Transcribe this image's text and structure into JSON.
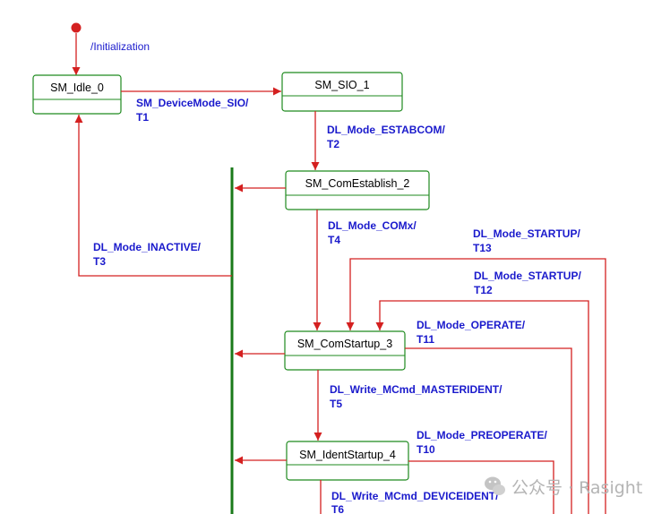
{
  "states": {
    "idle": "SM_Idle_0",
    "sio": "SM_SIO_1",
    "com_establish": "SM_ComEstablish_2",
    "com_startup": "SM_ComStartup_3",
    "ident_startup": "SM_IdentStartup_4"
  },
  "transitions": {
    "init": "/Initialization",
    "t1": [
      "SM_DeviceMode_SIO/",
      "T1"
    ],
    "t2": [
      "DL_Mode_ESTABCOM/",
      "T2"
    ],
    "t3": [
      "DL_Mode_INACTIVE/",
      "T3"
    ],
    "t4": [
      "DL_Mode_COMx/",
      "T4"
    ],
    "t13": [
      "DL_Mode_STARTUP/",
      "T13"
    ],
    "t12": [
      "DL_Mode_STARTUP/",
      "T12"
    ],
    "t11": [
      "DL_Mode_OPERATE/",
      "T11"
    ],
    "t5": [
      "DL_Write_MCmd_MASTERIDENT/",
      "T5"
    ],
    "t10": [
      "DL_Mode_PREOPERATE/",
      "T10"
    ],
    "t6": [
      "DL_Write_MCmd_DEVICEIDENT/",
      "T6"
    ]
  },
  "colors": {
    "arrow": "#d42020",
    "state_border": "#1e8a1e",
    "sync_bar": "#1a7a1a",
    "label": "#1a1acc"
  },
  "watermark": "公众号 · Rasight"
}
